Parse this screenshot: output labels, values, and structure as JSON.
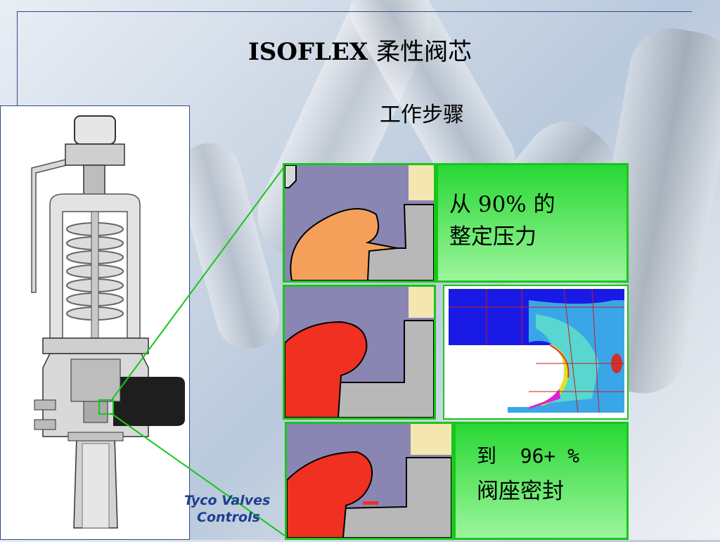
{
  "slide": {
    "title_latin": "ISOFLEX",
    "title_cn": "柔性阀芯",
    "subtitle": "工作步骤"
  },
  "steps": [
    {
      "text_line1": "从 90% 的",
      "text_line2": "整定压力",
      "seal_color": "#f4a05a"
    },
    {
      "seal_color": "#f03020"
    },
    {
      "text_line1": "到  96+ %",
      "text_line2": "阀座密封",
      "seal_color": "#f03020"
    }
  ],
  "logo": {
    "line1": "Tyco Valves",
    "line2": "Controls"
  },
  "colors": {
    "frame_line": "#2f4a8a",
    "callout_green": "#18c61a",
    "logo_blue": "#1d3f8f"
  },
  "icons": {
    "valve": "safety-relief-valve-cutaway-drawing",
    "fea": "stress-analysis-contour-plot"
  }
}
